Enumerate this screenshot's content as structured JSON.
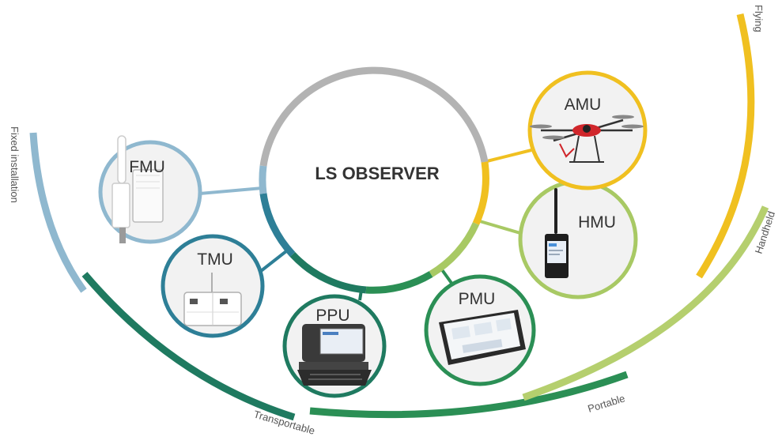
{
  "center": {
    "label": "LS OBSERVER"
  },
  "nodes": {
    "fmu": {
      "label": "FMU",
      "color": "#8fb8cf"
    },
    "tmu": {
      "label": "TMU",
      "color": "#2e7f97"
    },
    "ppu": {
      "label": "PPU",
      "color": "#1f7a60"
    },
    "pmu": {
      "label": "PMU",
      "color": "#2b8f55"
    },
    "hmu": {
      "label": "HMU",
      "color": "#a8c964"
    },
    "amu": {
      "label": "AMU",
      "color": "#f0c020"
    }
  },
  "categories": {
    "fixed": {
      "label": "Fixed installation",
      "color": "#8fb8cf"
    },
    "transportable": {
      "label": "Transportable",
      "color": "#1f7a60"
    },
    "portable": {
      "label": "Portable",
      "color": "#2b8f55"
    },
    "handheld": {
      "label": "Handheld",
      "color": "#b5cf6e"
    },
    "flying": {
      "label": "Flying",
      "color": "#f0c020"
    }
  }
}
